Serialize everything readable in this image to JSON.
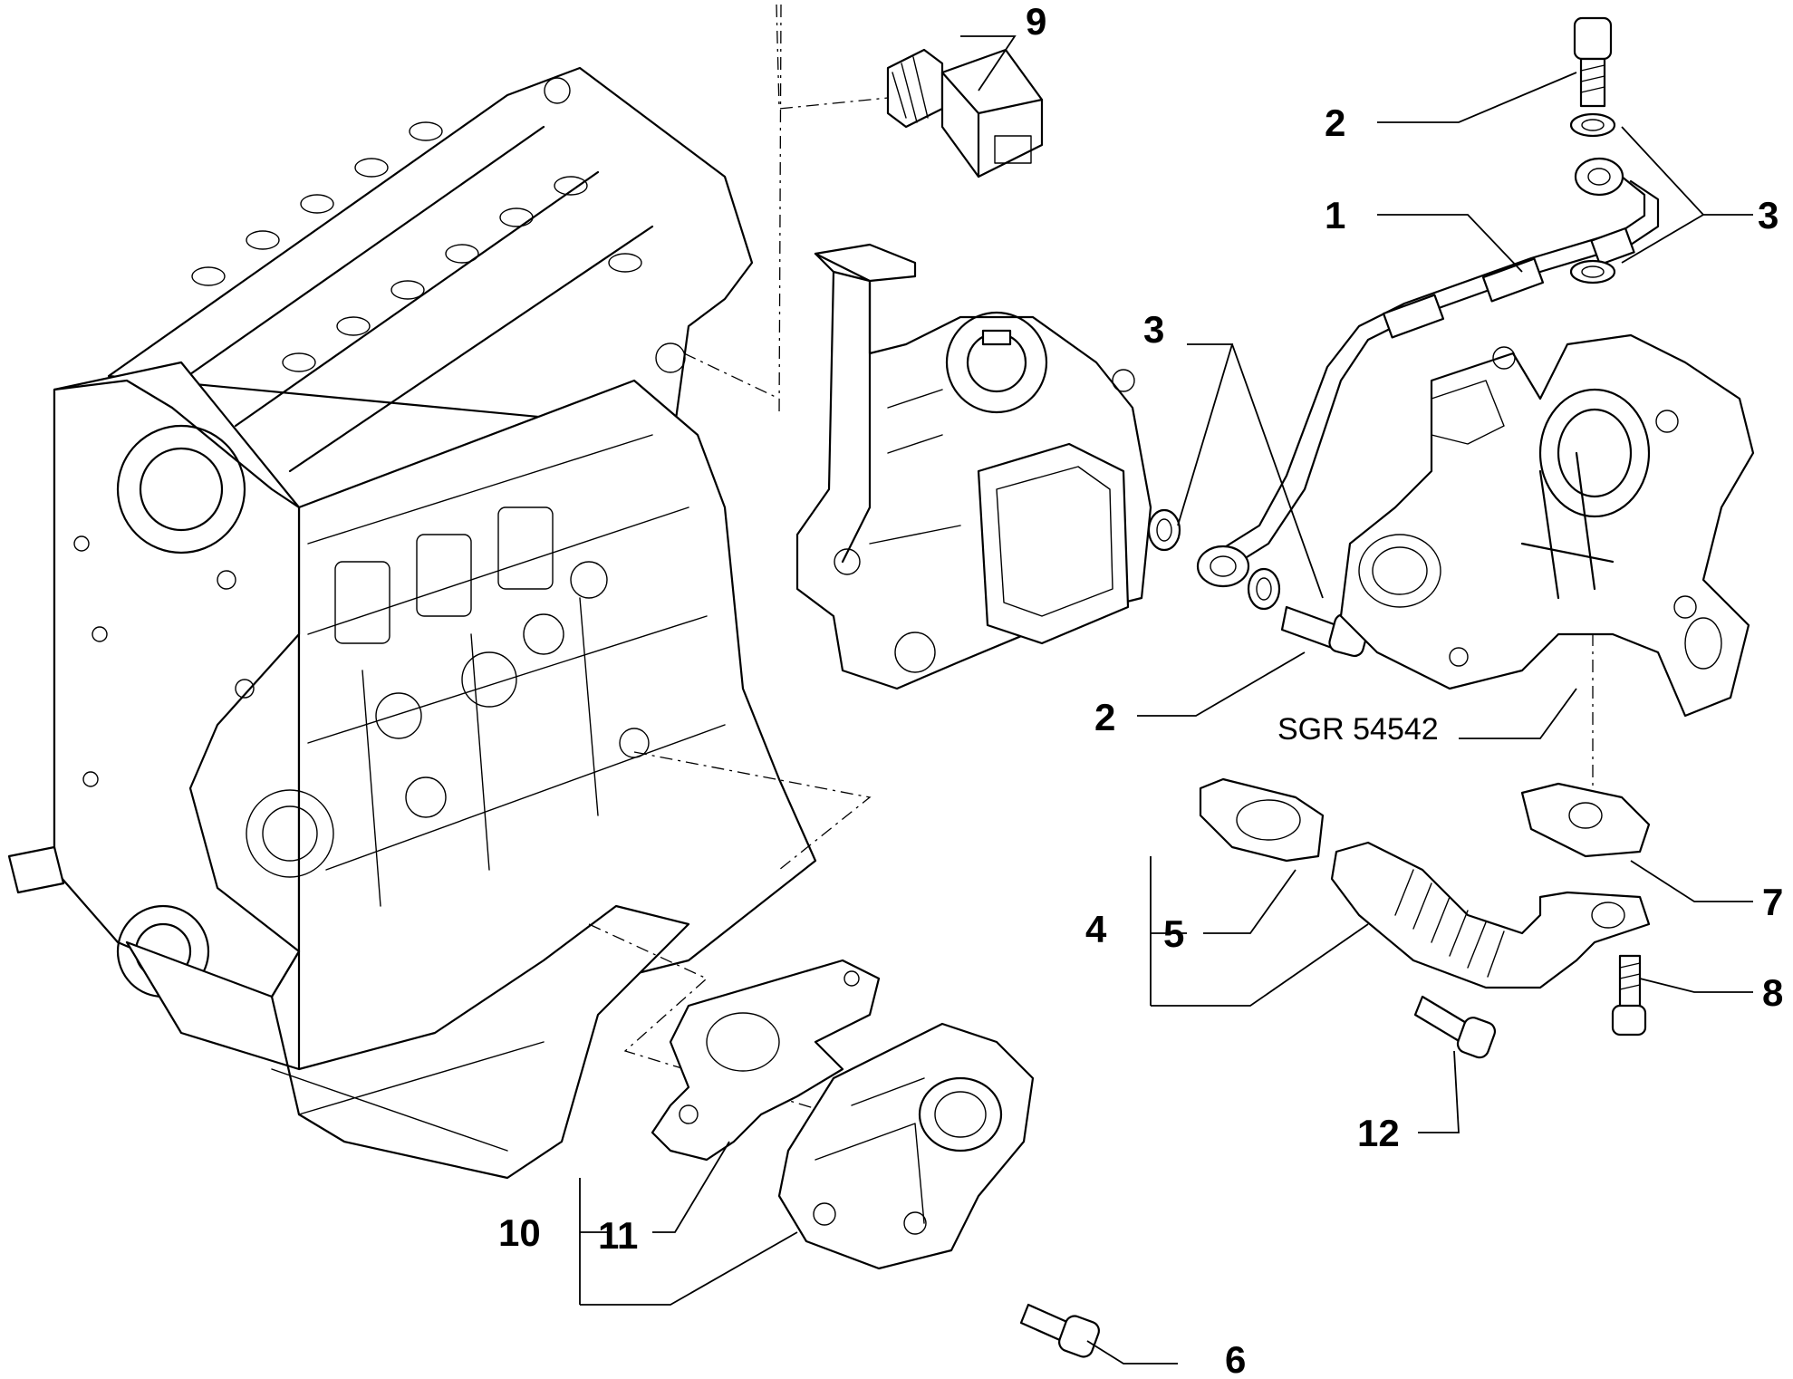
{
  "reference_code": "SGR 54542",
  "callouts": {
    "c1": "1",
    "c2_top": "2",
    "c2_mid": "2",
    "c3_right": "3",
    "c3_mid": "3",
    "c4": "4",
    "c5": "5",
    "c6": "6",
    "c7": "7",
    "c8": "8",
    "c9": "9",
    "c10": "10",
    "c11": "11",
    "c12": "12"
  }
}
